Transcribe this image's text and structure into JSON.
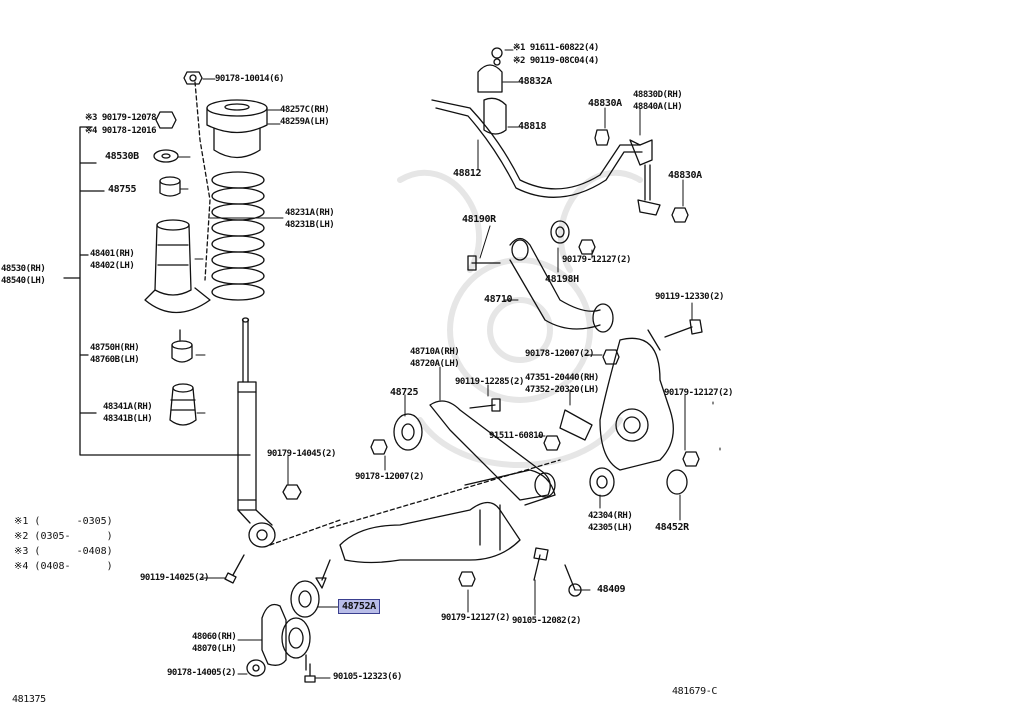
{
  "diagram_id": "481375",
  "diagram_ref": "481679-C",
  "notes": [
    "※1 (      -0305)",
    "※2 (0305-      )",
    "※3 (      -0408)",
    "※4 (0408-      )"
  ],
  "highlight_part": "48752A",
  "parts": {
    "p_90178_10014": "90178-10014(6)",
    "p_48257C": "48257C(RH)",
    "p_48259A": "48259A(LH)",
    "p_90179_12078": "※3 90179-12078",
    "p_90178_12016": "※4 90178-12016",
    "p_48530B": "48530B",
    "p_48755": "48755",
    "p_48530": "48530(RH)",
    "p_48540": "48540(LH)",
    "p_48401": "48401(RH)",
    "p_48402": "48402(LH)",
    "p_48231A": "48231A(RH)",
    "p_48231B": "48231B(LH)",
    "p_48750H": "48750H(RH)",
    "p_48760B": "48760B(LH)",
    "p_48341A": "48341A(RH)",
    "p_48341B": "48341B(LH)",
    "p_90179_14045": "90179-14045(2)",
    "p_90119_14025": "90119-14025(2)",
    "p_48060": "48060(RH)",
    "p_48070": "48070(LH)",
    "p_90178_14005": "90178-14005(2)",
    "p_90105_12323": "90105-12323(6)",
    "p_91611": "※1 91611-60822(4)",
    "p_90119_08C04": "※2 90119-08C04(4)",
    "p_48832A": "48832A",
    "p_48818": "48818",
    "p_48812": "48812",
    "p_48830A_1": "48830A",
    "p_48830D": "48830D(RH)",
    "p_48840A": "48840A(LH)",
    "p_48830A_2": "48830A",
    "p_48190R": "48190R",
    "p_48198H": "48198H",
    "p_90179_12127_a": "90179-12127(2)",
    "p_48710": "48710",
    "p_90119_12330": "90119-12330(2)",
    "p_90178_12007_a": "90178-12007(2)",
    "p_48710A": "48710A(RH)",
    "p_48720A": "48720A(LH)",
    "p_90119_12285": "90119-12285(2)",
    "p_47351": "47351-20440(RH)",
    "p_47352": "47352-20320(LH)",
    "p_48725": "48725",
    "p_91511": "91511-60810",
    "p_90179_12127_b": "90179-12127(2)",
    "p_90178_12007_b": "90178-12007(2)",
    "p_42304": "42304(RH)",
    "p_42305": "42305(LH)",
    "p_48452R": "48452R",
    "p_48409": "48409",
    "p_90179_12127_c": "90179-12127(2)",
    "p_90105_12082": "90105-12082(2)"
  }
}
